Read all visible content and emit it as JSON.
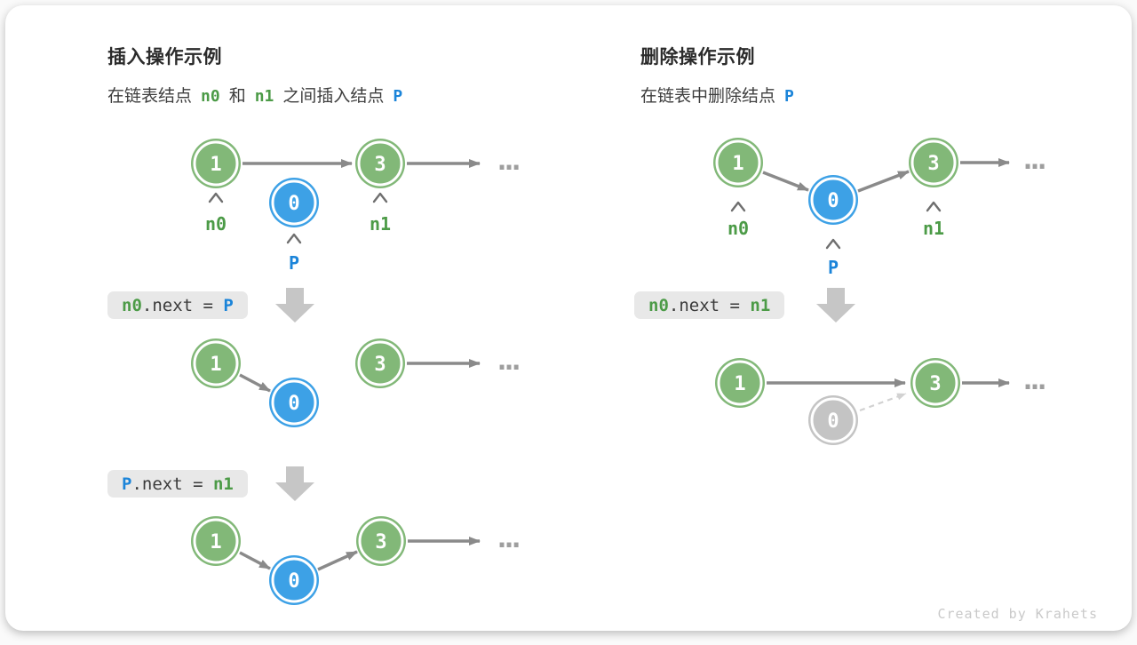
{
  "insert": {
    "title": "插入操作示例",
    "subtitle_prefix": "在链表结点",
    "subtitle_mid": "和",
    "subtitle_suffix": "之间插入结点",
    "code1": {
      "lhs": "n0",
      "op": ".next = ",
      "rhs": "P"
    },
    "code2": {
      "lhs": "P",
      "op": ".next = ",
      "rhs": "n1"
    }
  },
  "delete": {
    "title": "删除操作示例",
    "subtitle_prefix": "在链表中删除结点",
    "code1": {
      "lhs": "n0",
      "op": ".next = ",
      "rhs": "n1"
    }
  },
  "nodes": {
    "one": "1",
    "three": "3",
    "zero": "0"
  },
  "pointers": {
    "n0": "n0",
    "n1": "n1",
    "p": "P"
  },
  "ellipsis": "...",
  "credit": "Created by Krahets",
  "colors": {
    "node_green": "#82b878",
    "node_blue": "#3da1e6",
    "node_gray": "#c4c4c4",
    "text_green": "#4c9b47",
    "text_blue": "#1b84d9",
    "arrow_gray": "#8a8a8a",
    "arrow_light": "#d2d2d2",
    "codebox_bg": "#e8e8e8",
    "block_arrow": "#c6c6c6",
    "credit_gray": "#c9c9c9"
  }
}
